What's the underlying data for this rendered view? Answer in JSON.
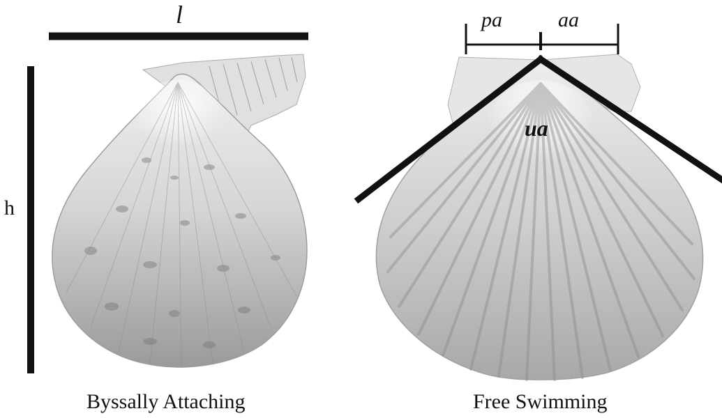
{
  "labels": {
    "length": "l",
    "height": "h",
    "posterior_auricle": "pa",
    "anterior_auricle": "aa",
    "umbonal_angle": "ua"
  },
  "captions": {
    "left": "Byssally Attaching",
    "right": "Free Swimming"
  },
  "colors": {
    "ink": "#111111",
    "shell_light": "#e2e2e2",
    "shell_mid": "#bdbdbd",
    "shell_dark": "#8f8f8f"
  }
}
